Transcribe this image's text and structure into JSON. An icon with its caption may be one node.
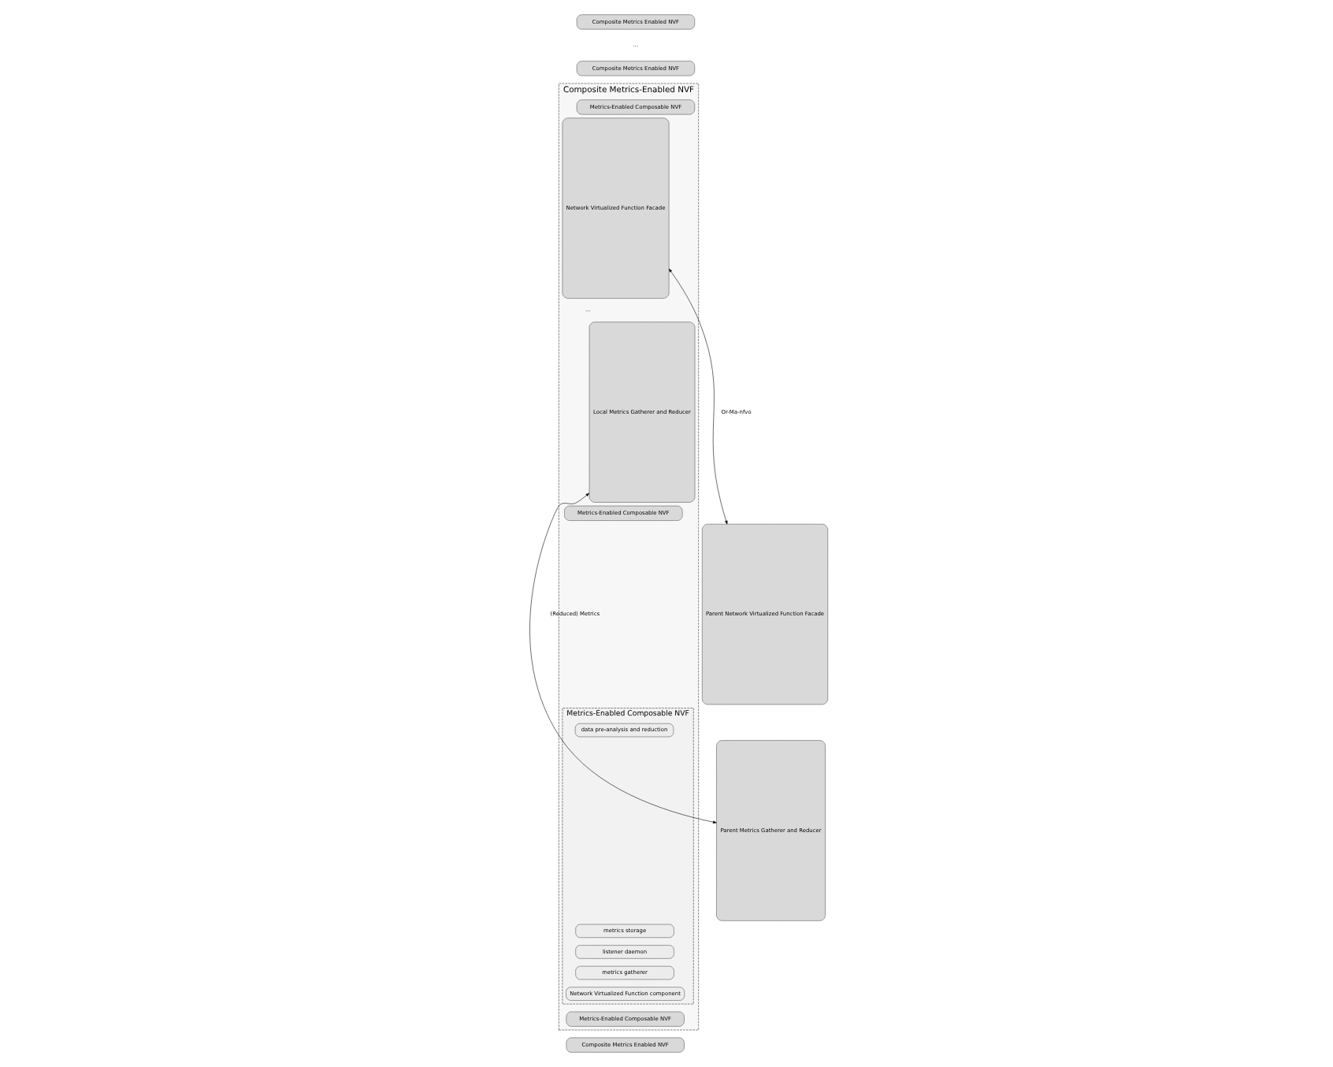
{
  "diagram": {
    "nodes": [
      {
        "text": [
          "Composite Metrics Enabled NVF"
        ]
      },
      {
        "text": [
          "Composite Metrics Enabled NVF"
        ]
      },
      {
        "text": [
          "Composite Metrics-Enabled NVF"
        ]
      },
      {
        "text": [
          "Network Virtualized Function Facade"
        ],
        "in": 2
      },
      {
        "text": [
          "Metrics-Enabled Composable NVF"
        ],
        "in": 2
      },
      {
        "text": [
          "Metrics-Enabled Composable NVF"
        ],
        "in": 2
      },
      {
        "text": [
          "Metrics-Enabled Composable NVF"
        ],
        "in": 2
      },
      {
        "text": [
          "data pre-analysis and reduction"
        ],
        "in": 6
      },
      {
        "text": [
          "metrics storage"
        ],
        "in": 6
      },
      {
        "text": [
          "listener daemon"
        ],
        "in": 6
      },
      {
        "text": [
          "metrics gatherer"
        ],
        "in": 6
      },
      {
        "text": [
          "Network Virtualized Function component"
        ],
        "in": 6
      },
      {
        "text": [
          "Metrics-Enabled Composable NVF"
        ],
        "in": 2
      },
      {
        "text": [
          "Local Metrics Gatherer and Reducer"
        ],
        "in": 2
      },
      {
        "text": [
          "Composite Metrics Enabled NVF"
        ]
      },
      {
        "text": [
          "Parent Network Virtualized Function Facade"
        ]
      },
      {
        "text": [
          "Parent Metrics Gatherer and Reducer"
        ]
      }
    ],
    "edges": [
      {
        "from": 15,
        "to": 3,
        "arrow": "both",
        "label": "Or-Ma-nfvo"
      },
      {
        "from": 13,
        "to": 16,
        "arrow": "both",
        "label": "(Reduced) Metrics"
      }
    ],
    "labels": [
      "...",
      "..."
    ]
  }
}
